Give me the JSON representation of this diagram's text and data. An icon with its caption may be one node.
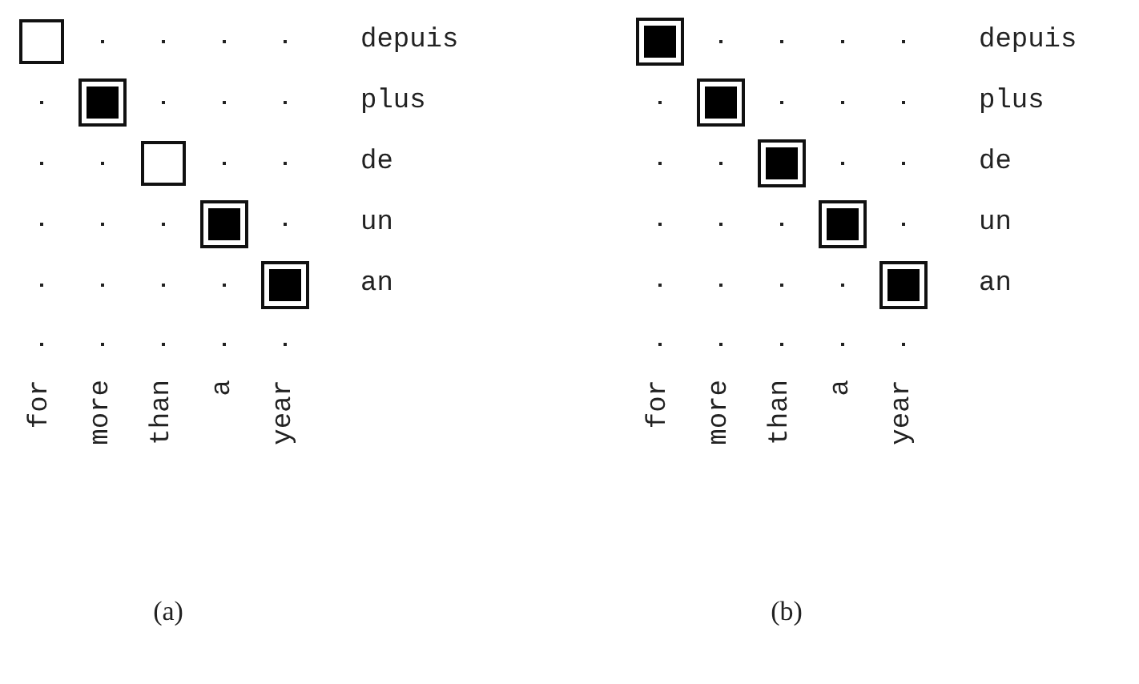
{
  "diagram": {
    "nodes": [
      {
        "text": [],
        "shape": "box"
      },
      {
        "text": [],
        "shape": "filled-box"
      },
      {
        "text": [],
        "shape": "box"
      },
      {
        "text": [],
        "shape": "filled-box"
      },
      {
        "text": [],
        "shape": "filled-box"
      },
      {
        "text": [],
        "shape": "filled-box"
      },
      {
        "text": [],
        "shape": "filled-box"
      },
      {
        "text": [],
        "shape": "filled-box"
      },
      {
        "text": [],
        "shape": "filled-box"
      },
      {
        "text": [],
        "shape": "filled-box"
      }
    ],
    "labels": [
      "depuis",
      "plus",
      "de",
      "un",
      "an",
      "for",
      "more",
      "than",
      "a",
      "year",
      "depuis",
      "plus",
      "de",
      "un",
      "an",
      "for",
      "more",
      "than",
      "a",
      "year",
      "(a)",
      "(b)"
    ]
  }
}
